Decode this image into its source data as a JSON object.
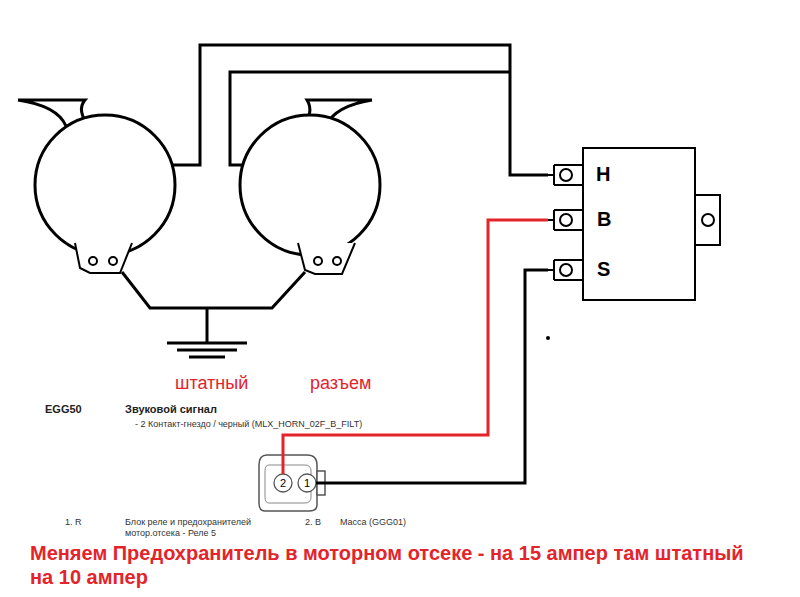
{
  "diagram": {
    "nodes": [
      {
        "text": [
          "H",
          "B",
          "S"
        ]
      },
      {
        "text": [
          "2",
          "1"
        ]
      }
    ],
    "edges": [
      {
        "from": 1,
        "to": 0,
        "arrow": "none"
      },
      {
        "from": 1,
        "to": 0,
        "arrow": "none"
      }
    ],
    "labels": [
      "штатный",
      "разъем",
      "EGG50",
      "Звуковой сигнал",
      "- 2 Контакт-гнездо / черный (MLX_HORN_02F_B_FILT)",
      "1. R",
      "Блок реле и предохранителей мотор.отсека - Реле 5",
      "2. B",
      "Масса (GGG01)",
      "Меняем Предохранитель в моторном отсеке - на 15 ампер там штатный на 10 ампер"
    ]
  }
}
